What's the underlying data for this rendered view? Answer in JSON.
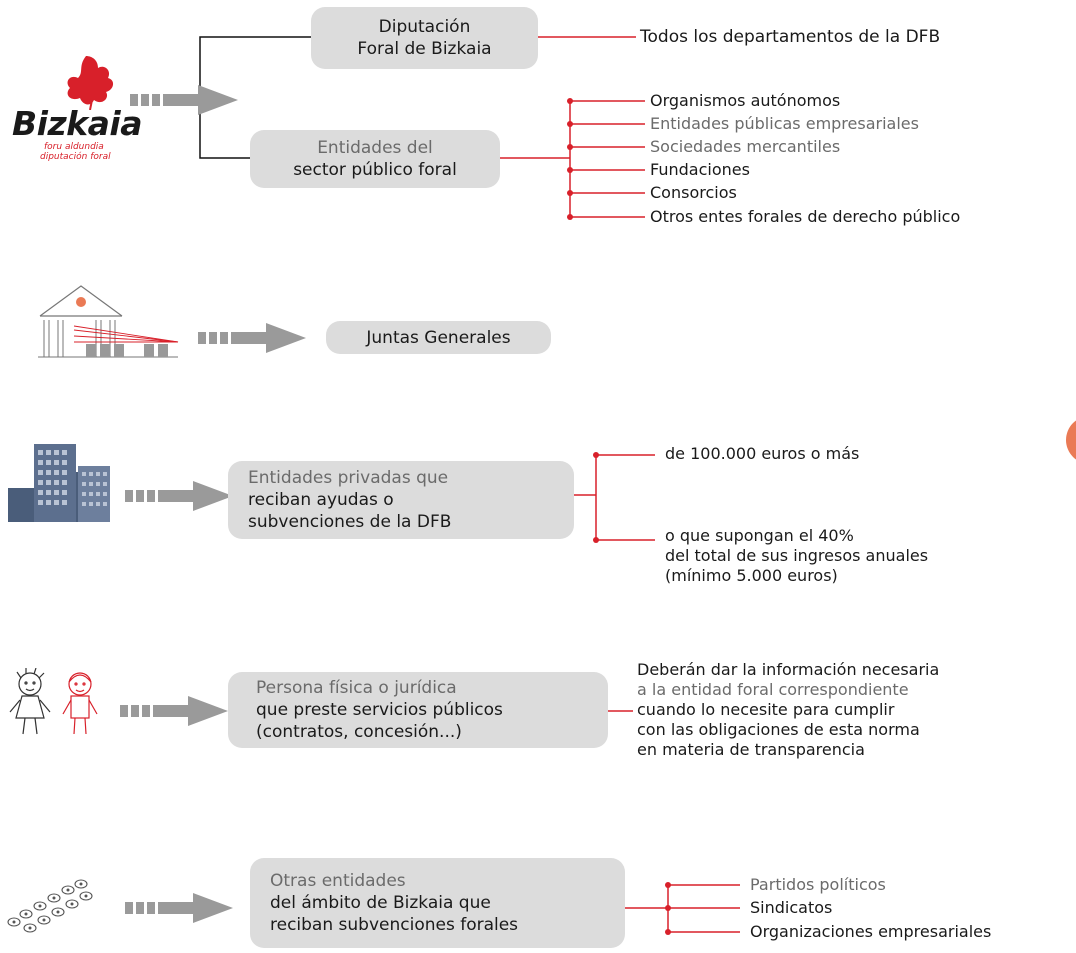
{
  "logo": {
    "wordmark": "Bizkaia",
    "sub1": "foru aldundia",
    "sub2": "diputación foral"
  },
  "colors": {
    "accent": "#d8202a",
    "box": "#dcdcdc",
    "arrow": "#9a9a9a"
  },
  "section1": {
    "box_top": {
      "line1": "Diputación",
      "line2": "Foral de Bizkaia"
    },
    "box_top_target": "Todos los departamentos de la DFB",
    "box_bottom": {
      "line1": "Entidades del",
      "line2": "sector público foral"
    },
    "items": [
      "Organismos autónomos",
      "Entidades públicas empresariales",
      "Sociedades mercantiles",
      "Fundaciones",
      "Consorcios",
      "Otros entes forales de derecho público"
    ]
  },
  "section2": {
    "box": "Juntas Generales",
    "icon": "parliament-building-icon"
  },
  "section3": {
    "icon": "office-buildings-icon",
    "box": {
      "line1": "Entidades privadas que",
      "line2": "reciban ayudas o",
      "line3": "subvenciones de la DFB"
    },
    "option1": "de 100.000 euros o más",
    "option2": {
      "line1": "o que supongan el 40%",
      "line2": "del total de sus ingresos anuales",
      "line3": "(mínimo 5.000 euros)"
    }
  },
  "section4": {
    "icon": "people-icon",
    "box": {
      "line1": "Persona física o jurídica",
      "line2": "que preste servicios públicos",
      "line3": "(contratos, concesión...)"
    },
    "note": {
      "line1": "Deberán dar la información necesaria",
      "line2": "a la entidad foral correspondiente",
      "line3": "cuando lo necesite para cumplir",
      "line4": "con las obligaciones de esta norma",
      "line5": "en materia de transparencia"
    }
  },
  "section5": {
    "icon": "coins-icon",
    "box": {
      "line1": "Otras entidades",
      "line2": "del ámbito de Bizkaia que",
      "line3": "reciban subvenciones forales"
    },
    "items": [
      "Partidos políticos",
      "Sindicatos",
      "Organizaciones empresariales"
    ]
  }
}
